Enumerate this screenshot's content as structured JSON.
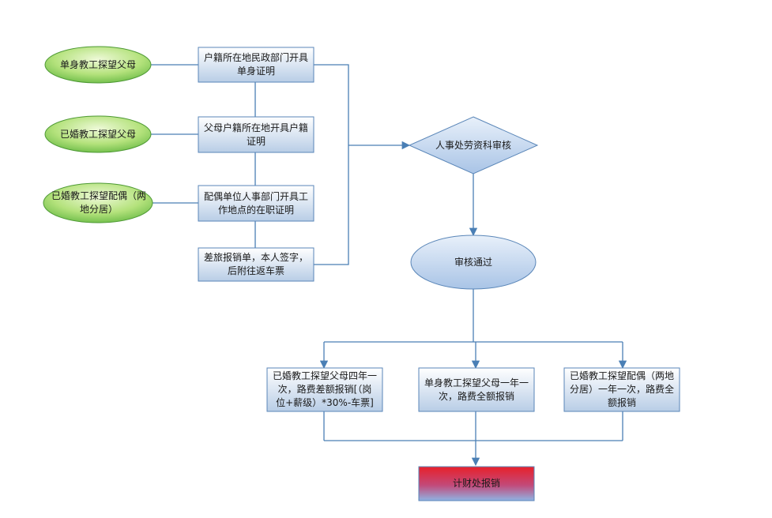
{
  "colors": {
    "line": "#4a7fb5",
    "box_fill_top": "#ffffff",
    "box_fill_bottom": "#b8cde6",
    "box_border": "#5a86b8",
    "green_light": "#d8f0b0",
    "green_dark": "#6cc24a",
    "final_top": "#e8202a",
    "final_bottom": "#8fb3e3"
  },
  "applicants": {
    "single_parents": "单身教工探望父母",
    "married_parents": "已婚教工探望父母",
    "married_spouse": "已婚教工探望配偶（两\n地分居）"
  },
  "documents": {
    "doc1": "户籍所在地民政部门开具\n单身证明",
    "doc2": "父母户籍所在地开具户籍\n证明",
    "doc3": "配偶单位人事部门开具工\n作地点的在职证明",
    "doc4": "差旅报销单，本人签字，\n后附往返车票"
  },
  "review": {
    "hr_review": "人事处劳资科审核",
    "approved": "审核通过"
  },
  "outcomes": {
    "married_parents_rule": "已婚教工探望父母四年一\n次，路费差额报销[（岗\n位+薪级）*30%-车票]",
    "single_parents_rule": "单身教工探望父母一年一\n次，路费全额报销",
    "married_spouse_rule": "已婚教工探望配偶（两地\n分居）一年一次，路费全\n额报销"
  },
  "final": {
    "finance": "计财处报销"
  }
}
